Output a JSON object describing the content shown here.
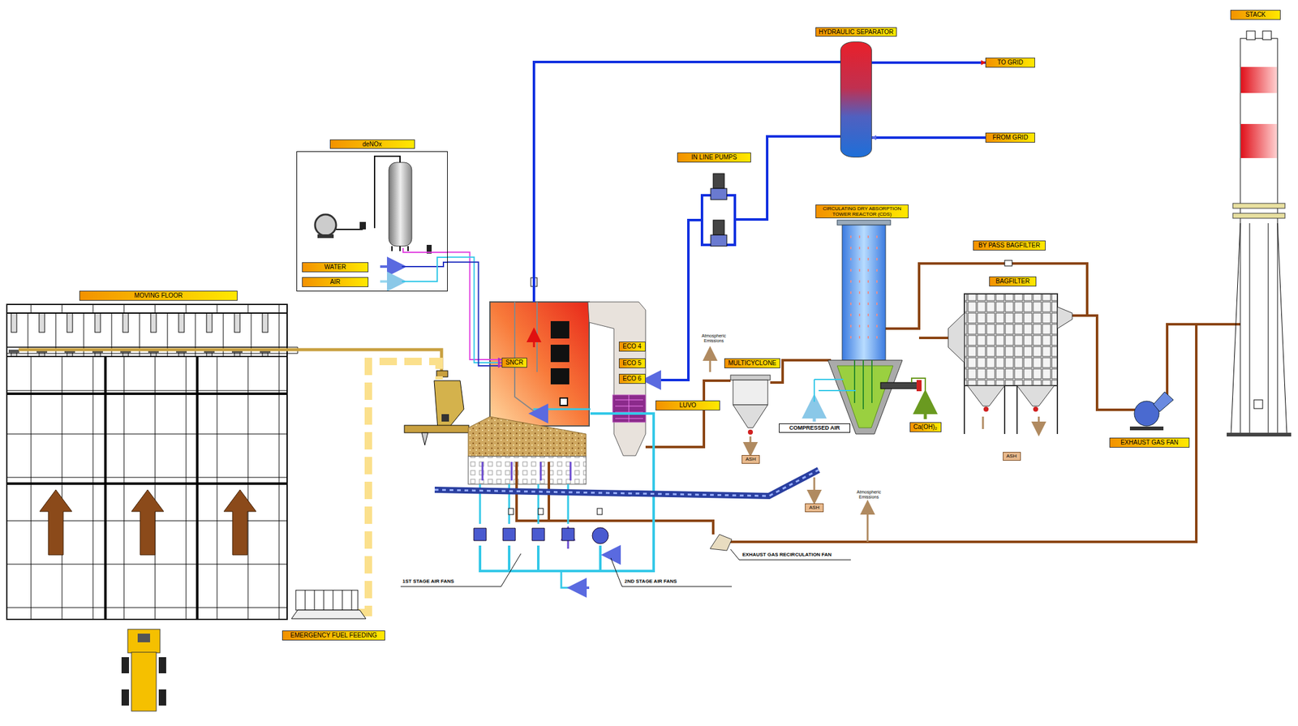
{
  "diagram": {
    "nodes": [
      {
        "text": [
          "STACK"
        ]
      },
      {
        "text": [
          "HYDRAULIC SEPARATOR"
        ]
      },
      {
        "text": [
          "TO GRID"
        ]
      },
      {
        "text": [
          "FROM GRID"
        ]
      },
      {
        "text": [
          "deNOx"
        ]
      },
      {
        "text": [
          "WATER"
        ],
        "in": 4
      },
      {
        "text": [
          "AIR"
        ],
        "in": 4
      },
      {
        "text": [
          "IN LINE PUMPS"
        ]
      },
      {
        "text": [
          "CIRCULATING DRY ABSORPTION TOWER REACTOR (CDS)"
        ]
      },
      {
        "text": [
          "BY PASS BAGFILTER"
        ]
      },
      {
        "text": [
          "BAGFILTER"
        ]
      },
      {
        "text": [
          "MOVING FLOOR"
        ]
      },
      {
        "text": [
          "ECO 4"
        ]
      },
      {
        "text": [
          "ECO 5"
        ]
      },
      {
        "text": [
          "ECO 6"
        ]
      },
      {
        "text": [
          "SNCR"
        ]
      },
      {
        "text": [
          "MULTICYCLONE"
        ]
      },
      {
        "text": [
          "LUVO"
        ]
      },
      {
        "text": [
          "Ca(OH)₂"
        ]
      },
      {
        "text": [
          "COMPRESSED AIR"
        ]
      },
      {
        "text": [
          "EXHAUST GAS FAN"
        ]
      },
      {
        "text": [
          "ASH"
        ]
      },
      {
        "text": [
          "ASH"
        ]
      },
      {
        "text": [
          "ASH"
        ]
      },
      {
        "text": [
          "EMERGENCY FUEL FEEDING"
        ]
      }
    ],
    "edges": [
      {
        "from": 1,
        "to": 2,
        "arrow": "to"
      },
      {
        "from": 3,
        "to": 1,
        "arrow": "to"
      },
      {
        "from": 4,
        "to": 15,
        "arrow": "to"
      }
    ],
    "labels": [
      "Atmospheric Emissions",
      "Atmospheric Emissions",
      "1ST STAGE AIR FANS",
      "2ND STAGE AIR FANS",
      "EXHAUST GAS RECIRCULATION FAN"
    ]
  }
}
